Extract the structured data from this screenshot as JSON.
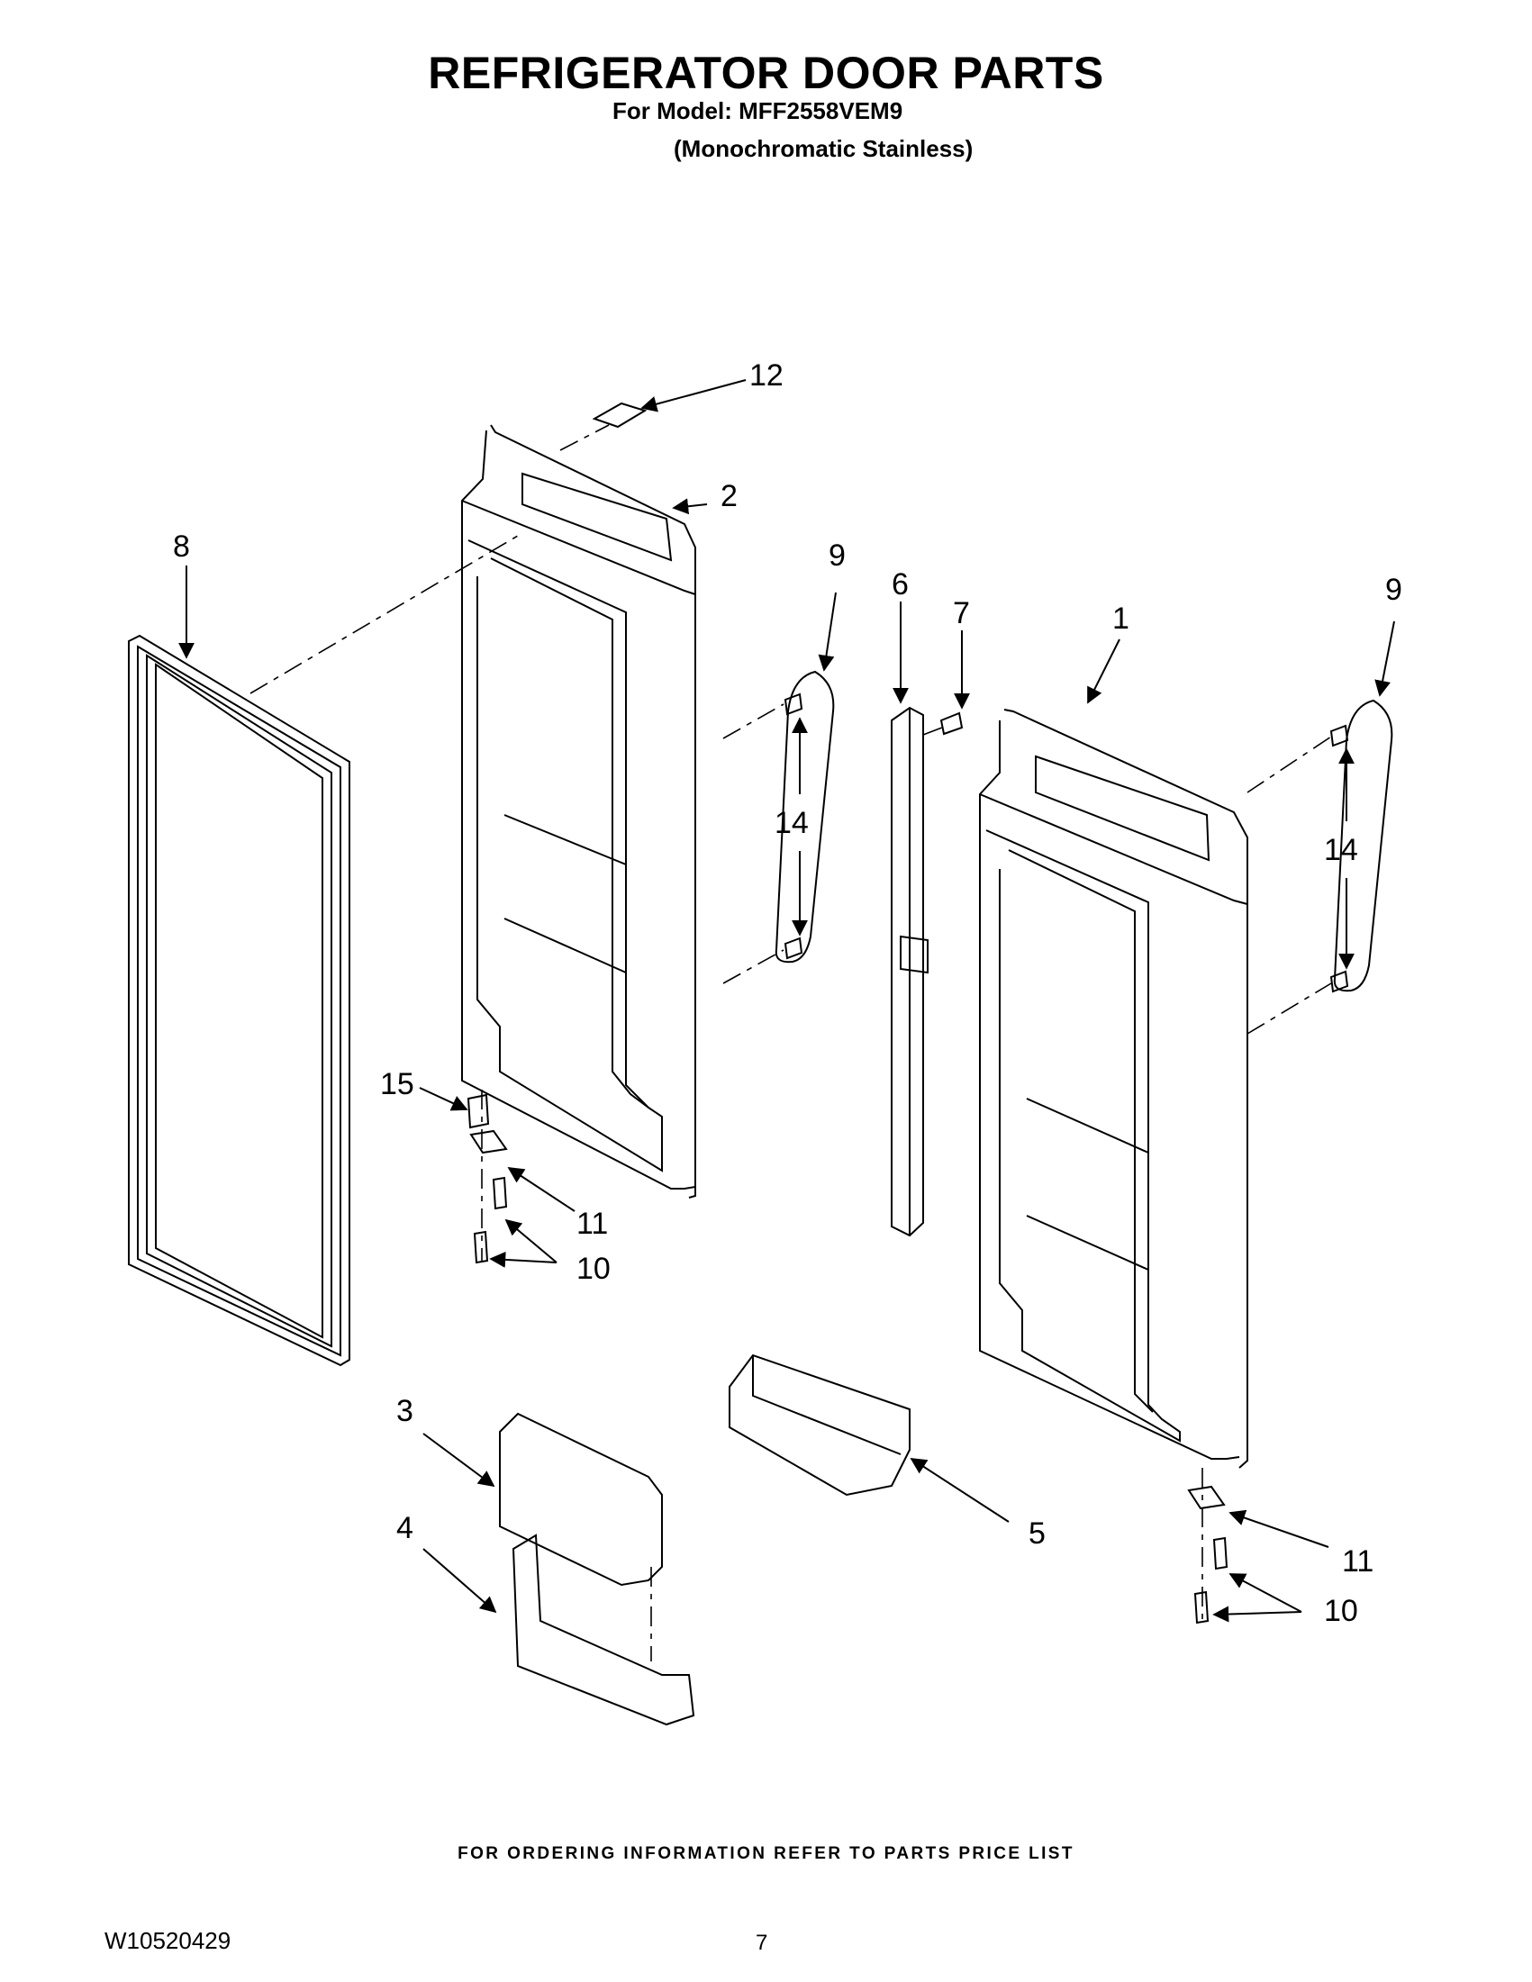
{
  "header": {
    "title": "REFRIGERATOR DOOR PARTS",
    "model": "For Model: MFF2558VEM9",
    "finish": "(Monochromatic Stainless)"
  },
  "callouts": {
    "c1": "1",
    "c2": "2",
    "c3": "3",
    "c4": "4",
    "c5": "5",
    "c6": "6",
    "c7": "7",
    "c8": "8",
    "c9a": "9",
    "c9b": "9",
    "c10a": "10",
    "c10b": "10",
    "c11a": "11",
    "c11b": "11",
    "c12": "12",
    "c14a": "14",
    "c14b": "14",
    "c15": "15"
  },
  "footer": {
    "ordering_note": "FOR ORDERING INFORMATION REFER TO PARTS PRICE LIST",
    "document_number": "W10520429",
    "page_number": "7"
  }
}
